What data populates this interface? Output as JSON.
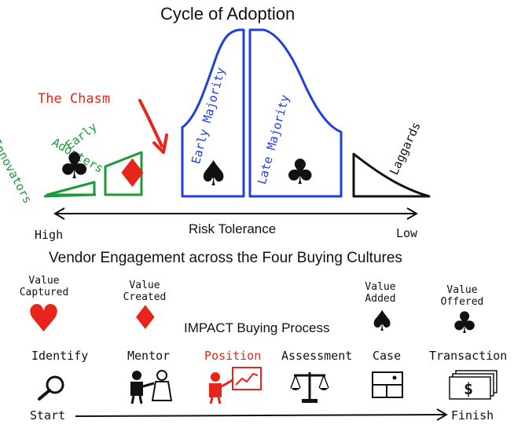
{
  "adoption": {
    "title": "Cycle of Adoption",
    "chasm_label": "The Chasm",
    "segments": {
      "innovators": "Innovators",
      "early_adopters_1": "Early",
      "early_adopters_2": "Adopters",
      "early_majority": "Early Majority",
      "late_majority": "Late Majority",
      "laggards": "Laggards"
    },
    "axis": {
      "label": "Risk Tolerance",
      "left": "High",
      "right": "Low"
    },
    "colors": {
      "green": "#1a9a3a",
      "red": "#e8251b",
      "blue": "#1f3fe0",
      "black": "#111111"
    }
  },
  "engagement": {
    "title": "Vendor Engagement across the Four Buying Cultures",
    "values": [
      {
        "line1": "Value",
        "line2": "Captured",
        "icon": "heart-icon"
      },
      {
        "line1": "Value",
        "line2": "Created",
        "icon": "diamond-icon"
      },
      {
        "line1": "Value",
        "line2": "Added",
        "icon": "spade-icon"
      },
      {
        "line1": "Value",
        "line2": "Offered",
        "icon": "club-icon"
      }
    ],
    "process_title": "IMPACT Buying Process",
    "steps": [
      {
        "label": "Identify",
        "icon": "magnifier-icon"
      },
      {
        "label": "Mentor",
        "icon": "mentor-people-icon"
      },
      {
        "label": "Position",
        "icon": "presenter-chart-icon"
      },
      {
        "label": "Assessment",
        "icon": "scales-icon"
      },
      {
        "label": "Case",
        "icon": "grid-board-icon"
      },
      {
        "label": "Transaction",
        "icon": "money-stack-icon"
      }
    ],
    "start": "Start",
    "finish": "Finish"
  },
  "glyphs": {
    "heart": "♥",
    "diamond": "♦",
    "spade": "♠",
    "club": "♣"
  }
}
